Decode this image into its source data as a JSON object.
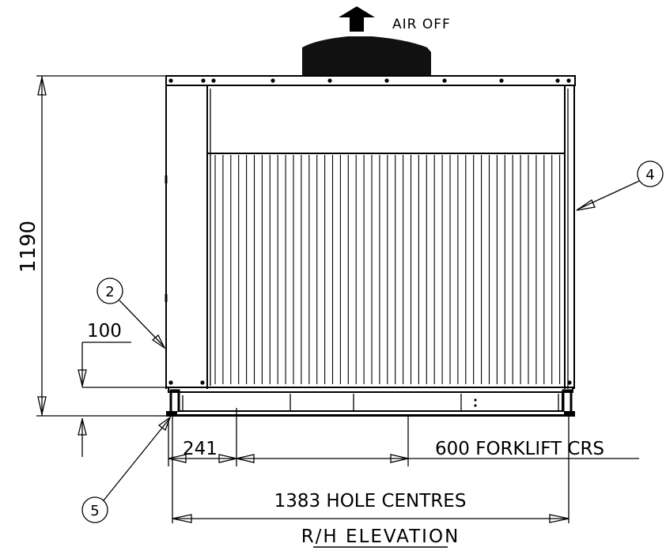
{
  "airflow": {
    "label": "AIR OFF"
  },
  "dimensions": {
    "height": "1190",
    "base_offset": "100",
    "end_to_hole": "241",
    "forklift": "600 FORKLIFT CRS",
    "hole_centres": "1383 HOLE CENTRES"
  },
  "callouts": {
    "c2": "2",
    "c4": "4",
    "c5": "5"
  },
  "title": "R/H ELEVATION",
  "colors": {
    "ink": "#000000",
    "background": "#ffffff"
  }
}
